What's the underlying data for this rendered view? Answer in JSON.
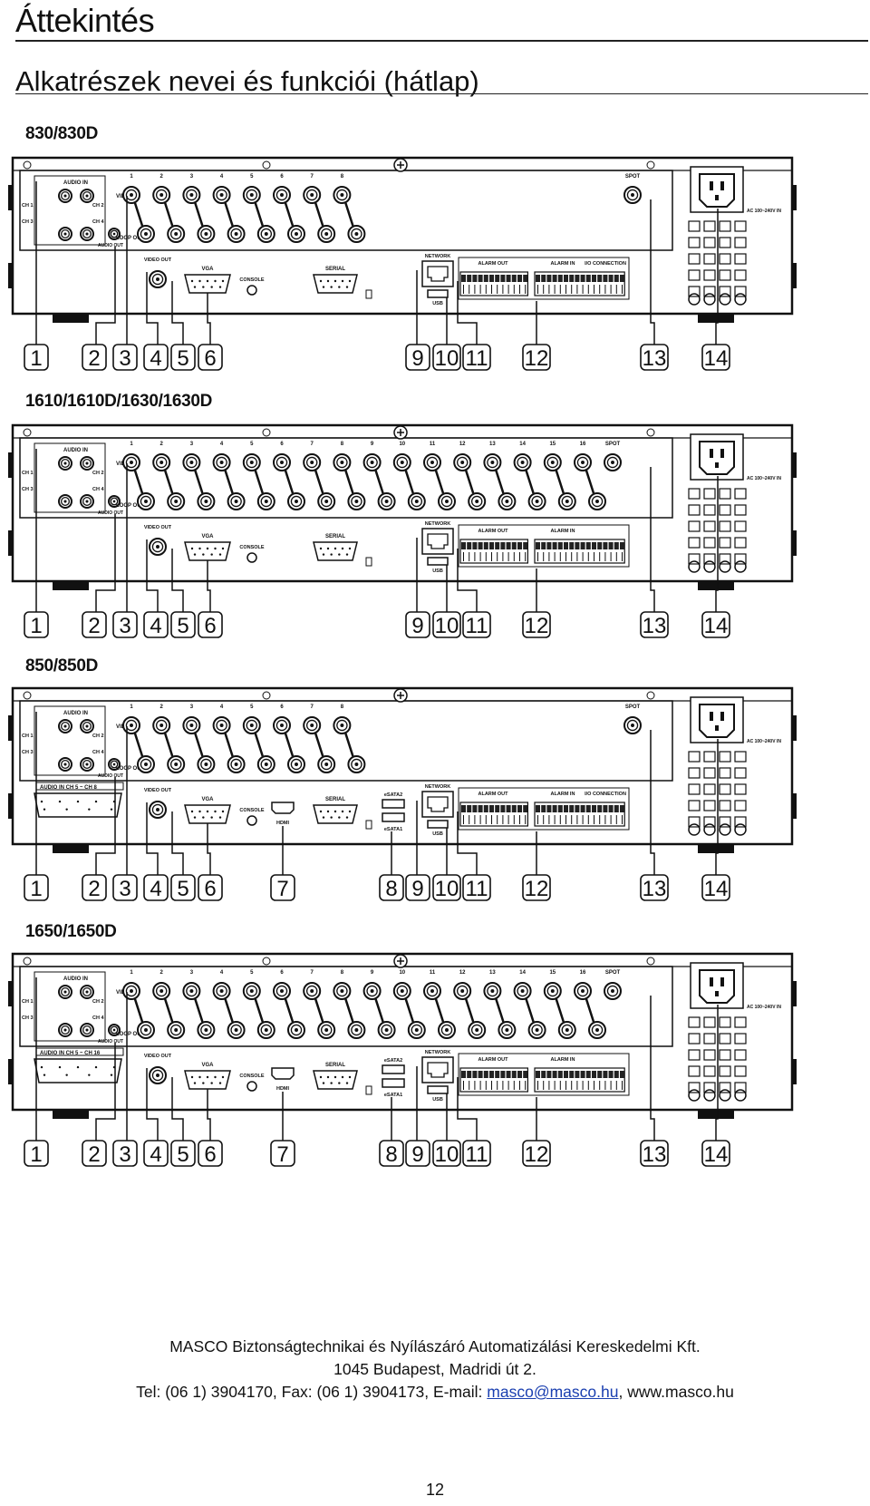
{
  "header": {
    "title": "Áttekintés",
    "subtitle": "Alkatrészek nevei és funkciói (hátlap)"
  },
  "panels": [
    {
      "model": "830/830D",
      "channels": 8,
      "extended": false,
      "callouts": [
        "1",
        "2",
        "3",
        "4",
        "5",
        "6",
        "9",
        "10",
        "11",
        "12",
        "13",
        "14"
      ]
    },
    {
      "model": "1610/1610D/1630/1630D",
      "channels": 16,
      "extended": false,
      "callouts": [
        "1",
        "2",
        "3",
        "4",
        "5",
        "6",
        "9",
        "10",
        "11",
        "12",
        "13",
        "14"
      ]
    },
    {
      "model": "850/850D",
      "channels": 8,
      "extended": true,
      "callouts": [
        "1",
        "2",
        "3",
        "4",
        "5",
        "6",
        "7",
        "8",
        "9",
        "10",
        "11",
        "12",
        "13",
        "14"
      ]
    },
    {
      "model": "1650/1650D",
      "channels": 16,
      "extended": true,
      "callouts": [
        "1",
        "2",
        "3",
        "4",
        "5",
        "6",
        "7",
        "8",
        "9",
        "10",
        "11",
        "12",
        "13",
        "14"
      ]
    }
  ],
  "panel_labels": {
    "audio_in": "AUDIO IN",
    "ch1": "CH 1",
    "ch2": "CH 2",
    "ch3": "CH 3",
    "ch4": "CH 4",
    "audio_out": "AUDIO OUT",
    "video_in": "VIDEO IN",
    "loop_out": "LOOP OUT",
    "video_out": "VIDEO OUT",
    "vga": "VGA",
    "console": "CONSOLE",
    "serial": "SERIAL",
    "network": "NETWORK",
    "usb": "USB",
    "alarm_out": "ALARM OUT",
    "alarm_in": "ALARM IN",
    "io_connection": "I/O CONNECTION",
    "spot": "SPOT",
    "ac": "AC 100~240V IN",
    "hdmi": "HDMI",
    "esata2": "eSATA2",
    "esata1": "eSATA1",
    "audio_in_8": "AUDIO IN CH 5 ~ CH 8",
    "audio_in_16": "AUDIO IN CH 5 ~ CH 16"
  },
  "footer": {
    "line1": "MASCO Biztonságtechnikai és Nyílászáró Automatizálási Kereskedelmi Kft.",
    "line2": "1045 Budapest, Madridi út 2.",
    "tel_fax": "Tel: (06 1) 3904170, Fax: (06 1) 3904173, E-mail: ",
    "email": "masco@masco.hu",
    "sep": ", ",
    "web": "www.masco.hu",
    "page": "12"
  },
  "colors": {
    "ink": "#111111",
    "link": "#1a3fb0"
  }
}
